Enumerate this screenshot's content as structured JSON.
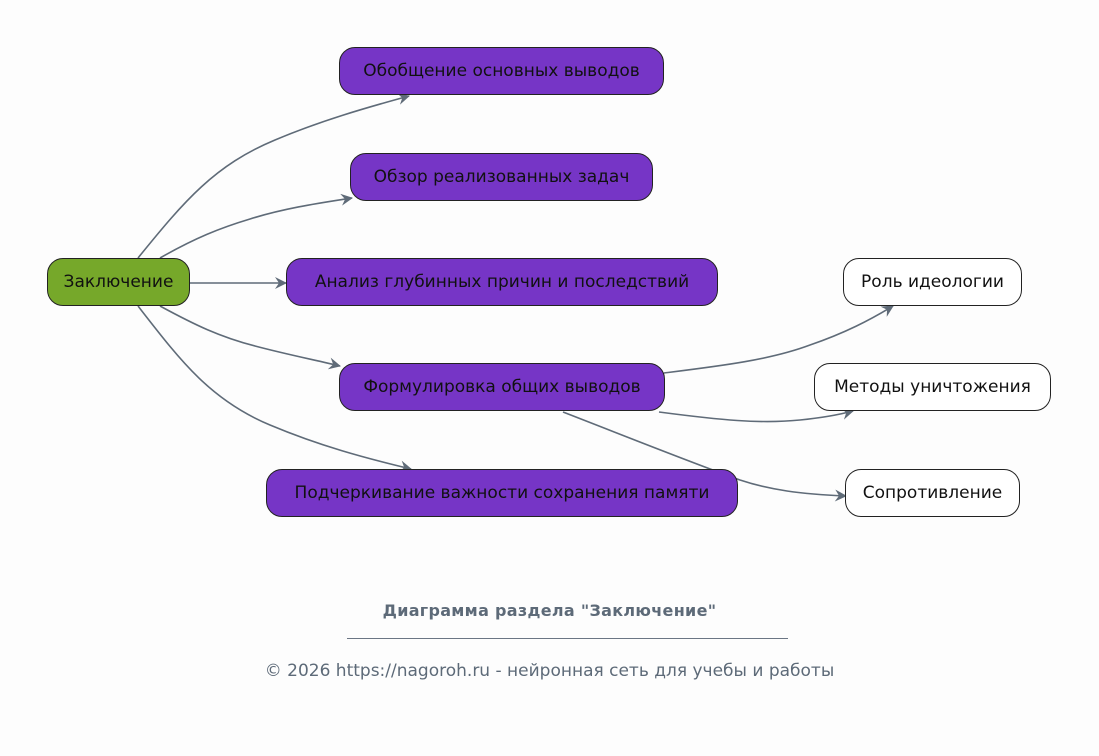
{
  "diagram": {
    "nodes": {
      "root": {
        "label": "Заключение",
        "color": "#76a82a"
      },
      "n1": {
        "label": "Обобщение основных выводов",
        "color": "#7635c6"
      },
      "n2": {
        "label": "Обзор реализованных задач",
        "color": "#7635c6"
      },
      "n3": {
        "label": "Анализ глубинных причин и последствий",
        "color": "#7635c6"
      },
      "n4": {
        "label": "Формулировка общих выводов",
        "color": "#7635c6"
      },
      "n5": {
        "label": "Подчеркивание важности сохранения памяти",
        "color": "#7635c6"
      },
      "l1": {
        "label": "Роль идеологии",
        "color": "#ffffff"
      },
      "l2": {
        "label": "Методы уничтожения",
        "color": "#ffffff"
      },
      "l3": {
        "label": "Сопротивление",
        "color": "#ffffff"
      }
    },
    "edges": [
      {
        "from": "root",
        "to": "n1"
      },
      {
        "from": "root",
        "to": "n2"
      },
      {
        "from": "root",
        "to": "n3"
      },
      {
        "from": "root",
        "to": "n4"
      },
      {
        "from": "root",
        "to": "n5"
      },
      {
        "from": "n4",
        "to": "l1"
      },
      {
        "from": "n4",
        "to": "l2"
      },
      {
        "from": "n4",
        "to": "l3"
      }
    ],
    "edge_color": "#5f6b78"
  },
  "caption": {
    "title": "Диаграмма раздела \"Заключение\"",
    "footer": "© 2026 https://nagoroh.ru - нейронная сеть для учебы и работы"
  }
}
